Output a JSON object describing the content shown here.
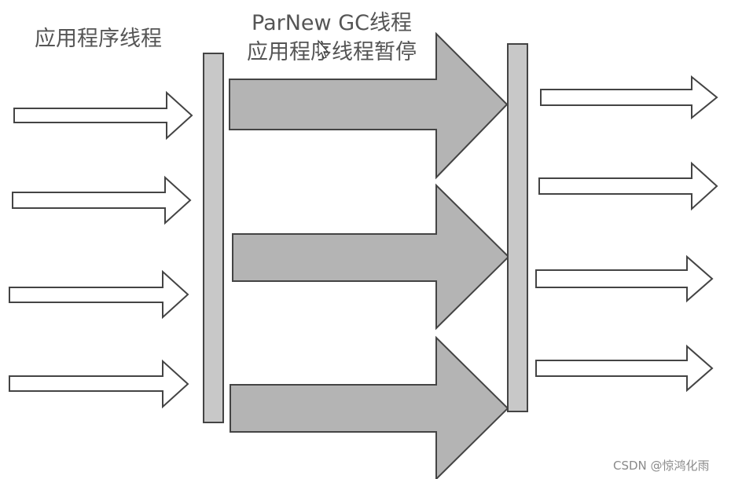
{
  "diagram": {
    "labels": {
      "app_threads": "应用程序线程",
      "parnew_gc_threads": "ParNew GC线程",
      "app_threads_paused": "应用程序线程暂停"
    },
    "watermark": "CSDN @惊鸿化雨",
    "colors": {
      "thin_arrow_fill": "#ffffff",
      "big_arrow_fill": "#b4b4b4",
      "pause_bar_fill": "#c8c8c8",
      "stroke": "#444444",
      "label_text": "#555555"
    }
  }
}
